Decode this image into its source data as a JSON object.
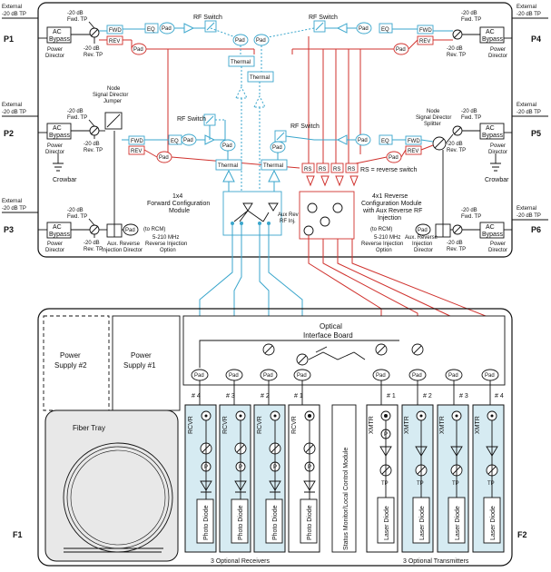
{
  "ports": {
    "p1": "P1",
    "p2": "P2",
    "p3": "P3",
    "p4": "P4",
    "p5": "P5",
    "p6": "P6",
    "f1": "F1",
    "f2": "F2"
  },
  "common": {
    "external": "External",
    "minus20tp": "-20 dB TP",
    "ac1": "AC",
    "ac2": "Bypass",
    "power_director_1": "Power",
    "power_director_2": "Director",
    "fwd_tp_1": "-20 dB",
    "fwd_tp_2": "Fwd. TP",
    "rev_tp_1": "-20 dB",
    "rev_tp_2": "Rev. TP",
    "fwd": "FWD",
    "rev": "REV",
    "eq": "EQ",
    "pad": "Pad",
    "rs": "RS",
    "rf_switch": "RF Switch",
    "thermal": "Thermal",
    "crowbar": "Crowbar",
    "p": "P",
    "tp": "TP"
  },
  "left_mid": {
    "jumper_1": "Node",
    "jumper_2": "Signal Director",
    "jumper_3": "Jumper"
  },
  "right_mid": {
    "splitter_1": "Node",
    "splitter_2": "Signal Director",
    "splitter_3": "Splitter",
    "rs_legend": "RS = reverse switch"
  },
  "fwd_module": {
    "l1": "1x4",
    "l2": "Forward Configuration",
    "l3": "Module"
  },
  "rev_module": {
    "l1": "4x1 Reverse",
    "l2": "Configuration Module",
    "l3": "with Aux Reverse RF",
    "l4": "Injection"
  },
  "aux_rev": {
    "l1": "Aux Rev",
    "l2": "RF Inj."
  },
  "left_inj": {
    "l1": "Aux. Reverse",
    "l2": "Injection Director",
    "rcm": "(to RCM)",
    "o1": "5-210 MHz",
    "o2": "Reverse Injection",
    "o3": "Option"
  },
  "right_inj": {
    "rcm": "(to RCM)",
    "o1": "5-210 MHz",
    "o2": "Reverse Injection",
    "o3": "Option",
    "l1": "Aux. Reverse",
    "l2": "Injection",
    "l3": "Director"
  },
  "lower": {
    "ps2_1": "Power",
    "ps2_2": "Supply #2",
    "ps1_1": "Power",
    "ps1_2": "Supply #1",
    "optical_1": "Optical",
    "optical_2": "Interface Board",
    "fiber_tray": "Fiber Tray",
    "status_module": "Status Monitor/Local Control Module",
    "receivers_caption": "3 Optional Receivers",
    "transmitters_caption": "3 Optional Transmitters",
    "rcvr": "RCVR",
    "xmtr": "XMTR",
    "photo_diode": "Photo Diode",
    "laser_diode": "Laser Diode",
    "rx_labels": [
      "# 4",
      "# 3",
      "# 2",
      "# 1"
    ],
    "tx_labels": [
      "# 1",
      "# 2",
      "# 3",
      "# 4"
    ]
  }
}
